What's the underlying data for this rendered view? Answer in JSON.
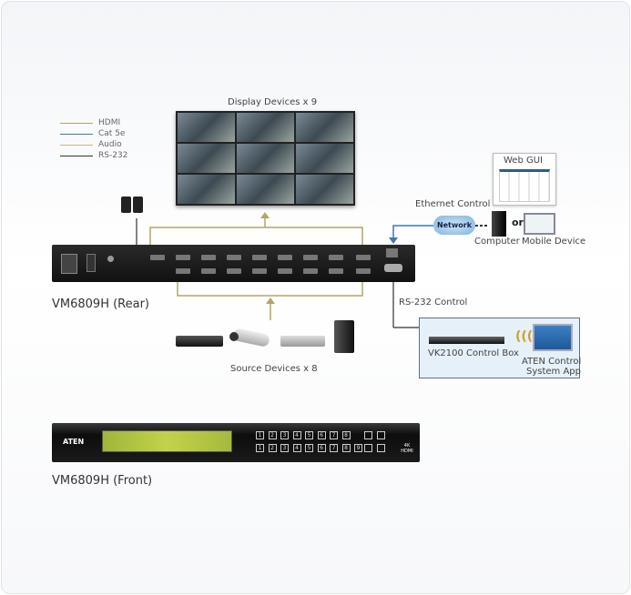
{
  "legend": [
    {
      "label": "HDMI",
      "color": "#b3a56a"
    },
    {
      "label": "Cat 5e",
      "color": "#3f78b0"
    },
    {
      "label": "Audio",
      "color": "#c9b48a"
    },
    {
      "label": "RS-232",
      "color": "#333333"
    }
  ],
  "displays": {
    "label": "Display Devices x 9"
  },
  "sources": {
    "label": "Source Devices x 8"
  },
  "rear": {
    "label": "VM6809H (Rear)"
  },
  "front": {
    "label": "VM6809H (Front)",
    "brand": "ATEN",
    "buttons_top": [
      "1",
      "2",
      "3",
      "4",
      "5",
      "6",
      "7",
      "8"
    ],
    "buttons_bottom": [
      "1",
      "2",
      "3",
      "4",
      "5",
      "6",
      "7",
      "8",
      "9"
    ],
    "badge": "4K HDMI"
  },
  "ethernet": {
    "label": "Ethernet Control",
    "network": "Network",
    "computer": "Computer",
    "or": "or",
    "mobile": "Mobile Device",
    "webgui": "Web GUI"
  },
  "rs232": {
    "label": "RS-232 Control",
    "control_box": "VK2100 Control Box",
    "app_line1": "ATEN Control",
    "app_line2": "System App"
  },
  "colors": {
    "hdmi": "#b3a56a",
    "cat5e": "#3f78b0",
    "rs232": "#333333"
  }
}
